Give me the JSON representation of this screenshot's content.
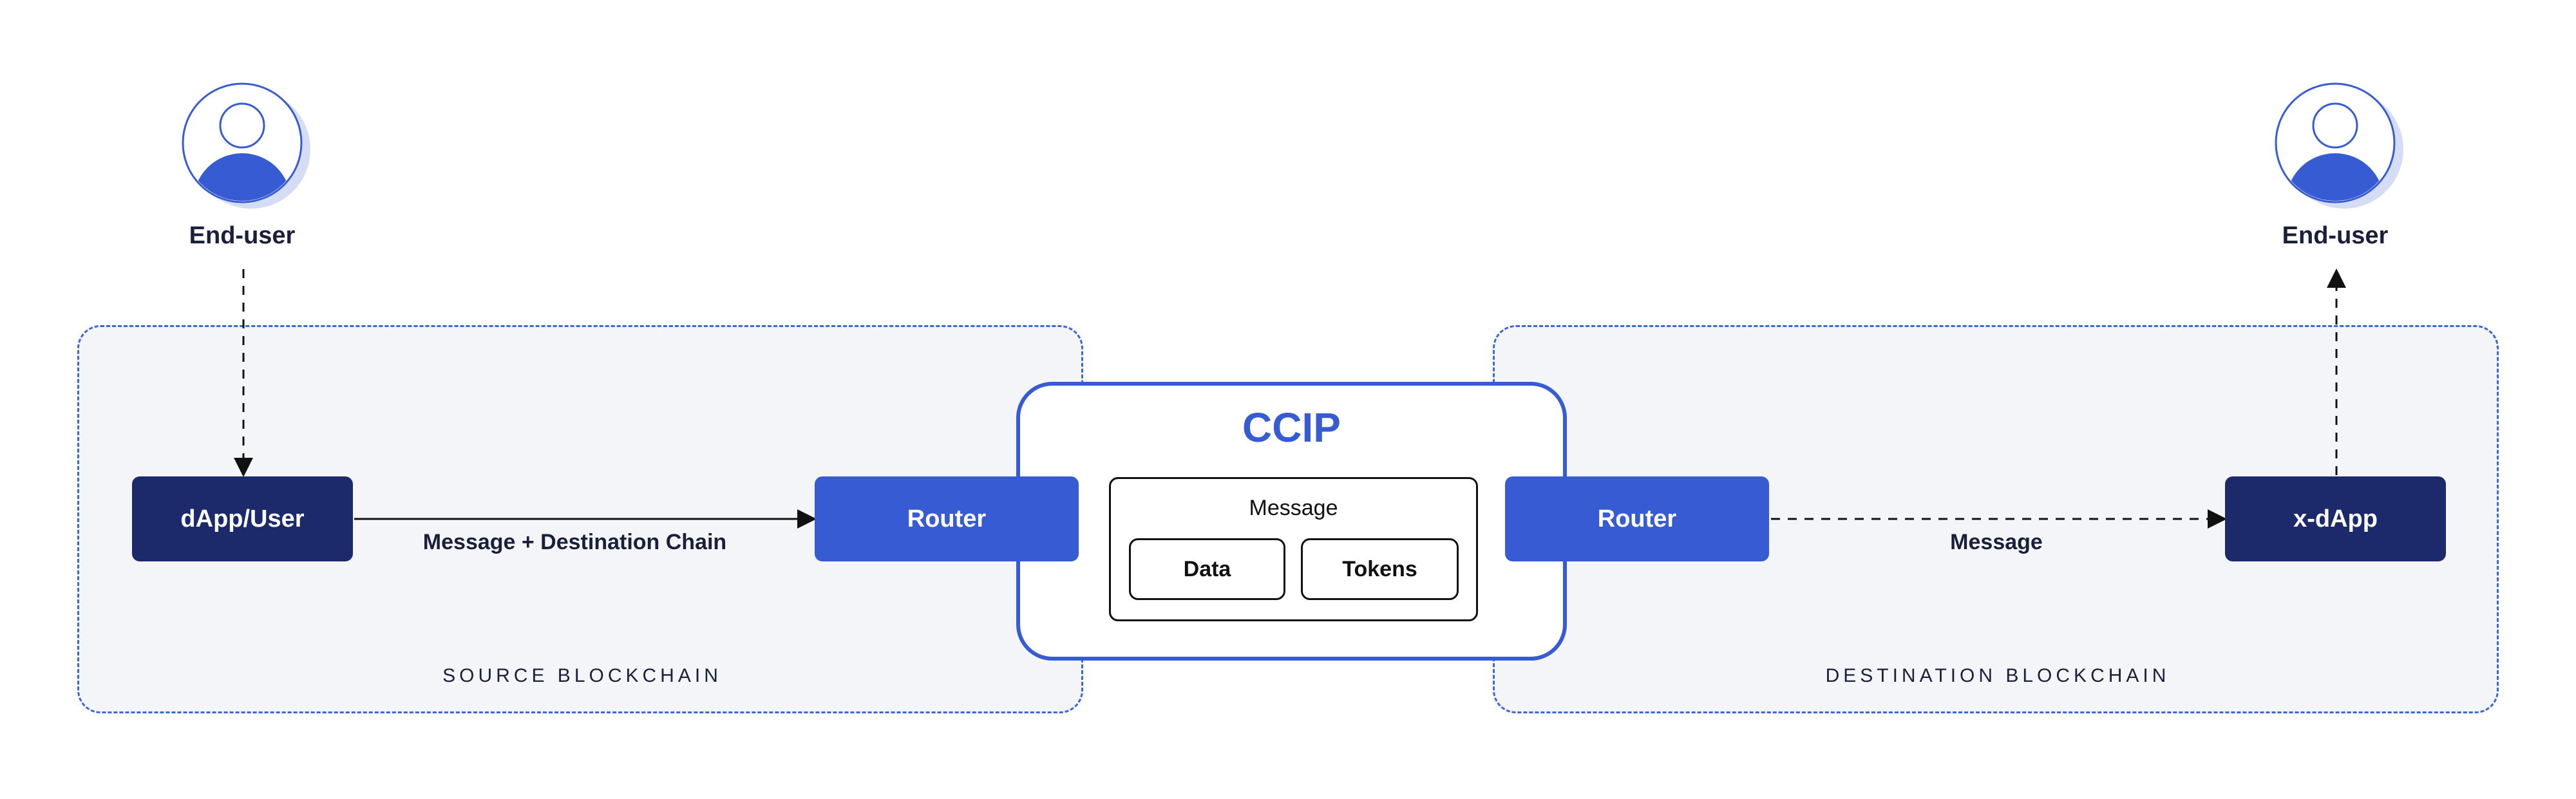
{
  "source": {
    "region_label": "SOURCE BLOCKCHAIN",
    "user_label": "End-user",
    "dapp_label": "dApp/User",
    "router_label": "Router",
    "edge_label": "Message + Destination Chain"
  },
  "ccip": {
    "title": "CCIP",
    "message_label": "Message",
    "data_label": "Data",
    "tokens_label": "Tokens"
  },
  "destination": {
    "region_label": "DESTINATION BLOCKCHAIN",
    "user_label": "End-user",
    "router_label": "Router",
    "xdapp_label": "x-dApp",
    "edge_label": "Message"
  },
  "colors": {
    "dark_navy": "#1c2a6b",
    "accent_blue": "#375bd2",
    "region_bg": "#f4f5f9",
    "text": "#1a1f3a"
  },
  "icons": [
    "user-avatar-icon",
    "arrow-head-icon"
  ]
}
